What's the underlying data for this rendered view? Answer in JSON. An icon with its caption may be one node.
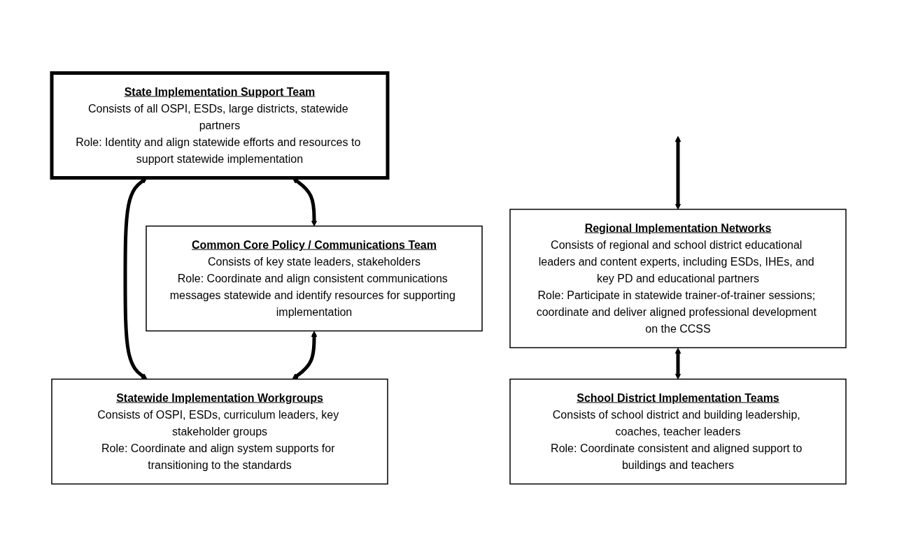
{
  "diagram": {
    "nodes": [
      {
        "text": [
          "State Implementation Support Team",
          "Consists of all OSPI, ESDs, large districts, statewide partners",
          "Role: Identity and align statewide efforts and resources to support statewide implementation"
        ]
      },
      {
        "text": [
          "Common Core Policy / Communications Team",
          "Consists of key state leaders, stakeholders",
          "Role: Coordinate and align consistent communications messages statewide and identify resources for supporting implementation"
        ]
      },
      {
        "text": [
          "Statewide Implementation Workgroups",
          "Consists of OSPI, ESDs, curriculum leaders, key stakeholder groups",
          "Role: Coordinate and align system supports for transitioning to the standards"
        ]
      },
      {
        "text": [
          "Regional Implementation Networks",
          "Consists of regional and school district educational leaders and content experts, including ESDs, IHEs, and key PD and educational partners",
          "Role: Participate in statewide trainer-of-trainer sessions; coordinate and deliver aligned professional development on the CCSS"
        ]
      },
      {
        "text": [
          "School District Implementation Teams",
          "Consists of school district and building leadership, coaches, teacher leaders",
          "Role: Coordinate consistent and aligned support to buildings and teachers"
        ]
      }
    ],
    "edges": [
      {
        "from": 0,
        "to": 1,
        "arrow": "both"
      },
      {
        "from": 0,
        "to": 2,
        "arrow": "both"
      },
      {
        "from": 1,
        "to": 2,
        "arrow": "both"
      },
      {
        "from": null,
        "to": 3,
        "arrow": "both"
      },
      {
        "from": 3,
        "to": 4,
        "arrow": "both"
      }
    ]
  }
}
